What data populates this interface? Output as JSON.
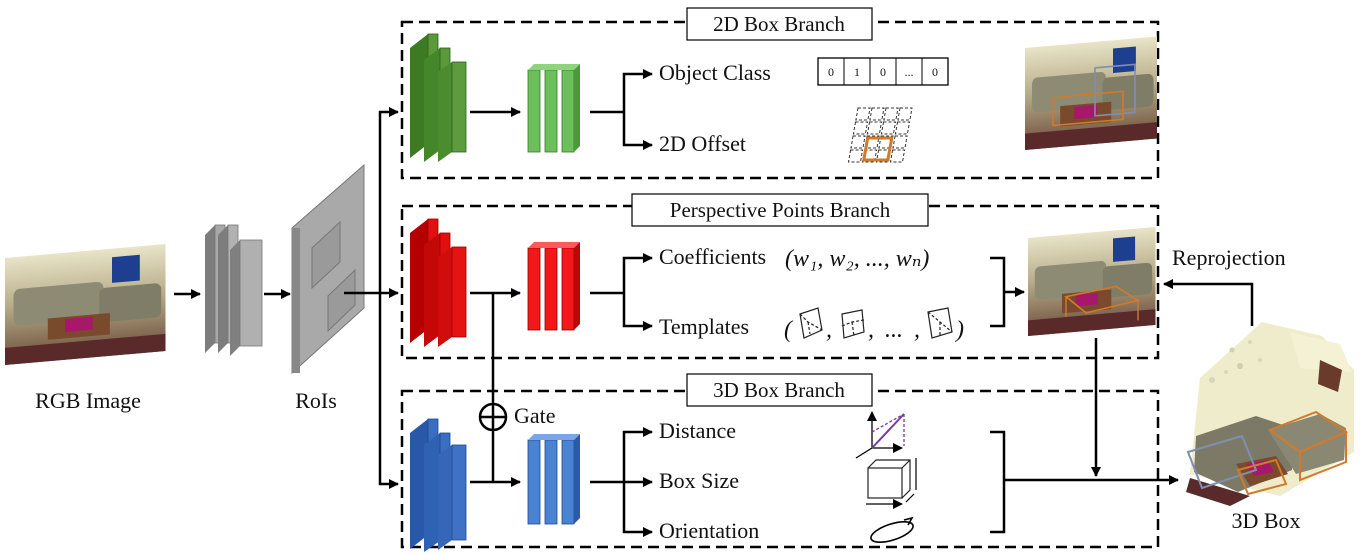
{
  "inputs": {
    "rgb_image_label": "RGB Image",
    "rois_label": "RoIs",
    "output_label": "3D Box",
    "reprojection_label": "Reprojection",
    "gate_label": "Gate"
  },
  "branches": {
    "box2d": {
      "title": "2D Box Branch",
      "outputs": [
        "Object Class",
        "2D Offset"
      ],
      "one_hot": [
        "0",
        "1",
        "0",
        "...",
        "0"
      ]
    },
    "perspective": {
      "title": "Perspective Points Branch",
      "coefficients_label": "Coefficients",
      "coefficients_expr": "(w₁, w₂, ..., wₙ)",
      "templates_label": "Templates",
      "templates_sep": ",",
      "templates_ellipsis": "...",
      "paren_open": "(",
      "paren_close": ")"
    },
    "box3d": {
      "title": "3D Box Branch",
      "outputs": [
        "Distance",
        "Box Size",
        "Orientation"
      ]
    }
  },
  "colors": {
    "green": "#5a9a3c",
    "red": "#e01010",
    "blue": "#3a6ec0",
    "gray": "#a8a8a8",
    "orange": "#d27a2a"
  }
}
